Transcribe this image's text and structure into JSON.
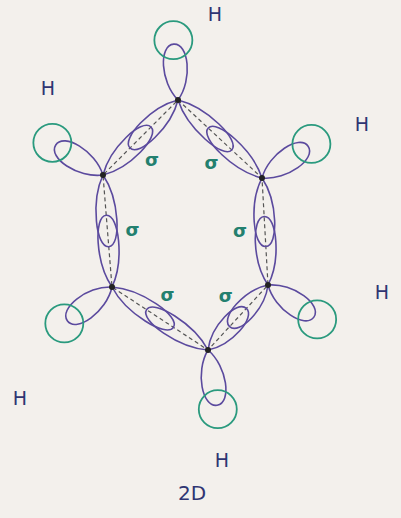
{
  "diagram": {
    "caption": "2D",
    "labels": [
      "H",
      "H",
      "H",
      "H",
      "H",
      "H",
      "σ",
      "σ",
      "σ",
      "σ",
      "σ",
      "σ"
    ]
  }
}
